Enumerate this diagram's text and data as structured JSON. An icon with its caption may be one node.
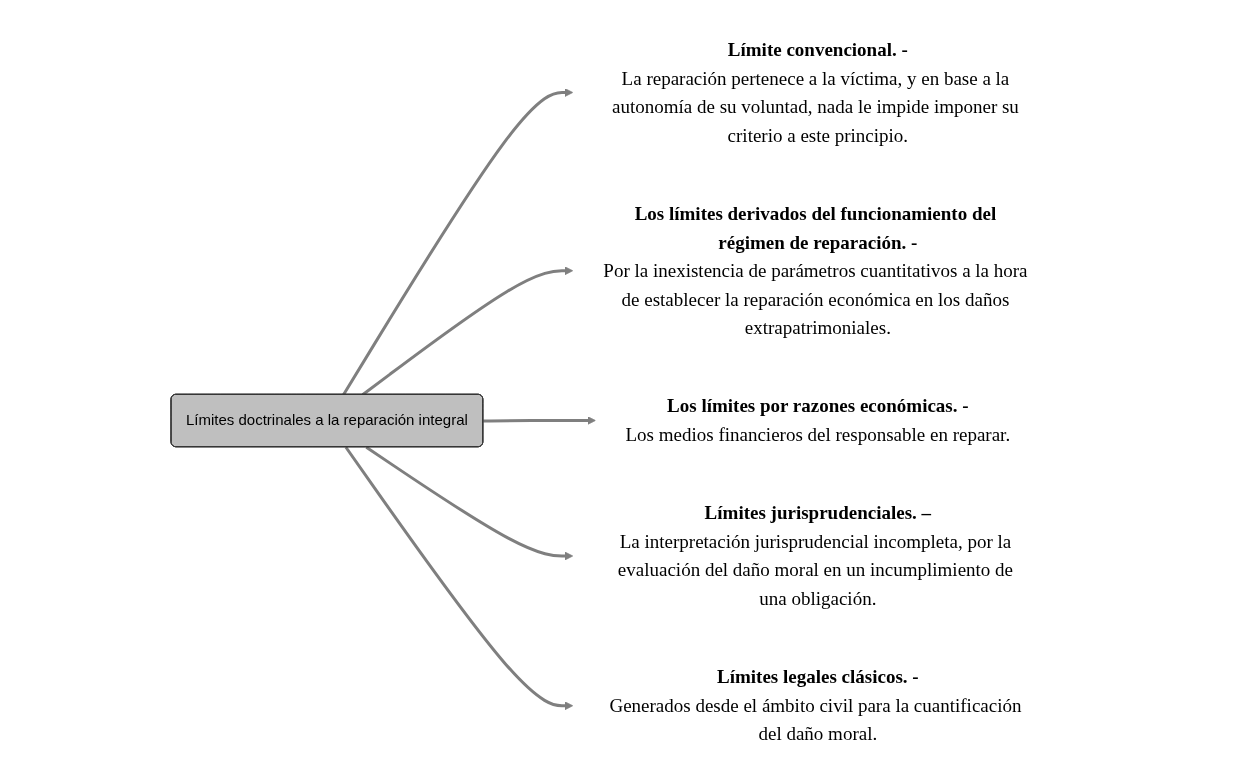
{
  "diagram": {
    "nodes": [
      {
        "text": [
          "Límites doctrinales a la reparación integral"
        ]
      },
      {
        "text": [
          "Límite convencional. -",
          "La reparación pertenece a la víctima, y en base a la autonomía de su voluntad, nada le impide imponer su criterio a este principio."
        ]
      },
      {
        "text": [
          "Los límites derivados del funcionamiento del régimen de reparación. -",
          "Por la inexistencia de parámetros cuantitativos a la hora de establecer la reparación económica en los daños extrapatrimoniales."
        ]
      },
      {
        "text": [
          "Los límites por razones económicas. -",
          "Los medios financieros del responsable en reparar."
        ]
      },
      {
        "text": [
          "Límites jurisprudenciales. –",
          "La interpretación jurisprudencial incompleta, por la evaluación del daño moral en un incumplimiento de una obligación."
        ]
      },
      {
        "text": [
          "Límites legales clásicos. -",
          "Generados desde el ámbito civil para la cuantificación del daño moral."
        ]
      }
    ],
    "edges": [
      {
        "from": 0,
        "to": 1,
        "arrow": "to"
      },
      {
        "from": 0,
        "to": 2,
        "arrow": "to"
      },
      {
        "from": 0,
        "to": 3,
        "arrow": "to"
      },
      {
        "from": 0,
        "to": 4,
        "arrow": "to"
      },
      {
        "from": 0,
        "to": 5,
        "arrow": "to"
      }
    ]
  }
}
